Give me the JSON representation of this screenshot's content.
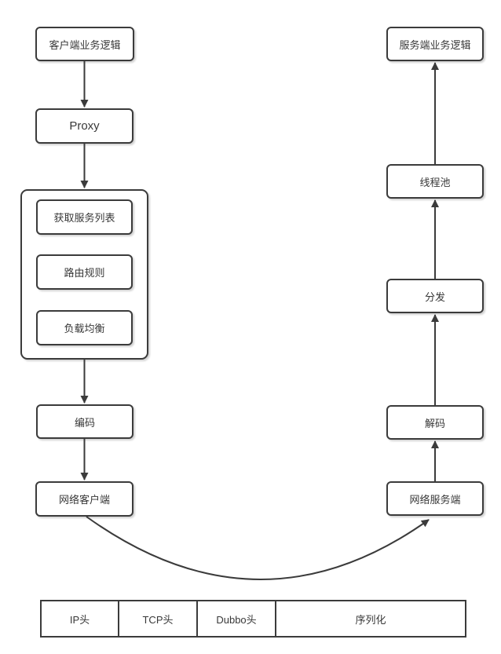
{
  "diagram": {
    "colors": {
      "stroke": "#3b3b3b",
      "text": "#383838",
      "fill": "#ffffff"
    },
    "client_flow": {
      "client_logic": "客户端业务逻辑",
      "proxy": "Proxy",
      "cluster_steps": [
        "获取服务列表",
        "路由规则",
        "负载均衡"
      ],
      "encode": "编码",
      "network_client": "网络客户端"
    },
    "server_flow": {
      "server_logic": "服务端业务逻辑",
      "thread_pool": "线程池",
      "dispatch": "分发",
      "decode": "解码",
      "network_server": "网络服务端"
    }
  },
  "packet_table": {
    "cells": [
      "IP头",
      "TCP头",
      "Dubbo头",
      "序列化"
    ]
  }
}
